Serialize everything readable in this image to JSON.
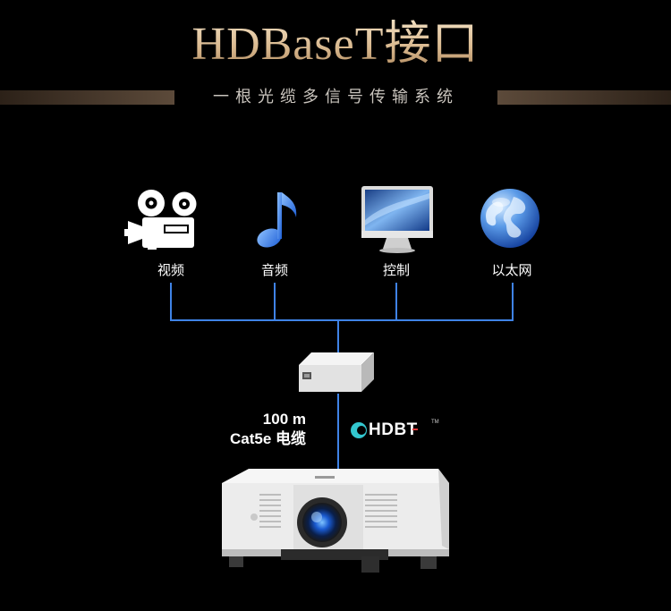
{
  "header": {
    "title": "HDBaseT接口",
    "subtitle": "一根光缆多信号传输系统"
  },
  "sources": [
    {
      "label": "视频",
      "icon": "movie-camera-icon"
    },
    {
      "label": "音频",
      "icon": "music-note-icon"
    },
    {
      "label": "控制",
      "icon": "computer-monitor-icon"
    },
    {
      "label": "以太网",
      "icon": "globe-icon"
    }
  ],
  "cable": {
    "length": "100 m",
    "type": "Cat5e 电缆"
  },
  "hdbt_logo": {
    "text": "HDBT",
    "icon": "hdbaset-logo-icon",
    "tm": "TM"
  },
  "colors": {
    "background": "#000000",
    "accent_line": "#3f83e6",
    "title_gold": "#d9b88e",
    "hdbt_teal": "#33c7cf",
    "hdbt_red": "#e23b3b"
  }
}
